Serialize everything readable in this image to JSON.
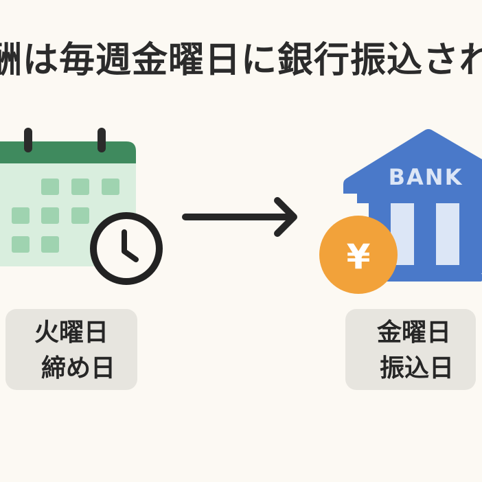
{
  "title": "酬は毎週金曜日に銀行振込され",
  "left_label": {
    "line1": "火曜日",
    "line2": "締め日"
  },
  "right_label": {
    "line1": "金曜日",
    "line2": "振込日"
  },
  "bank_sign": "BANK",
  "currency_symbol": "¥",
  "colors": {
    "background": "#fcf9f3",
    "calendar_header": "#3f8a5e",
    "calendar_body": "#d9eede",
    "calendar_cell": "#9fd3b0",
    "clock_stroke": "#222222",
    "arrow": "#262626",
    "bank_blue": "#4a79c9",
    "bank_light": "#dce6f6",
    "coin": "#f2a23a",
    "label_box": "#e7e5df"
  },
  "icons": [
    "calendar-icon",
    "clock-icon",
    "arrow-right-icon",
    "bank-icon",
    "yen-coin-icon"
  ]
}
